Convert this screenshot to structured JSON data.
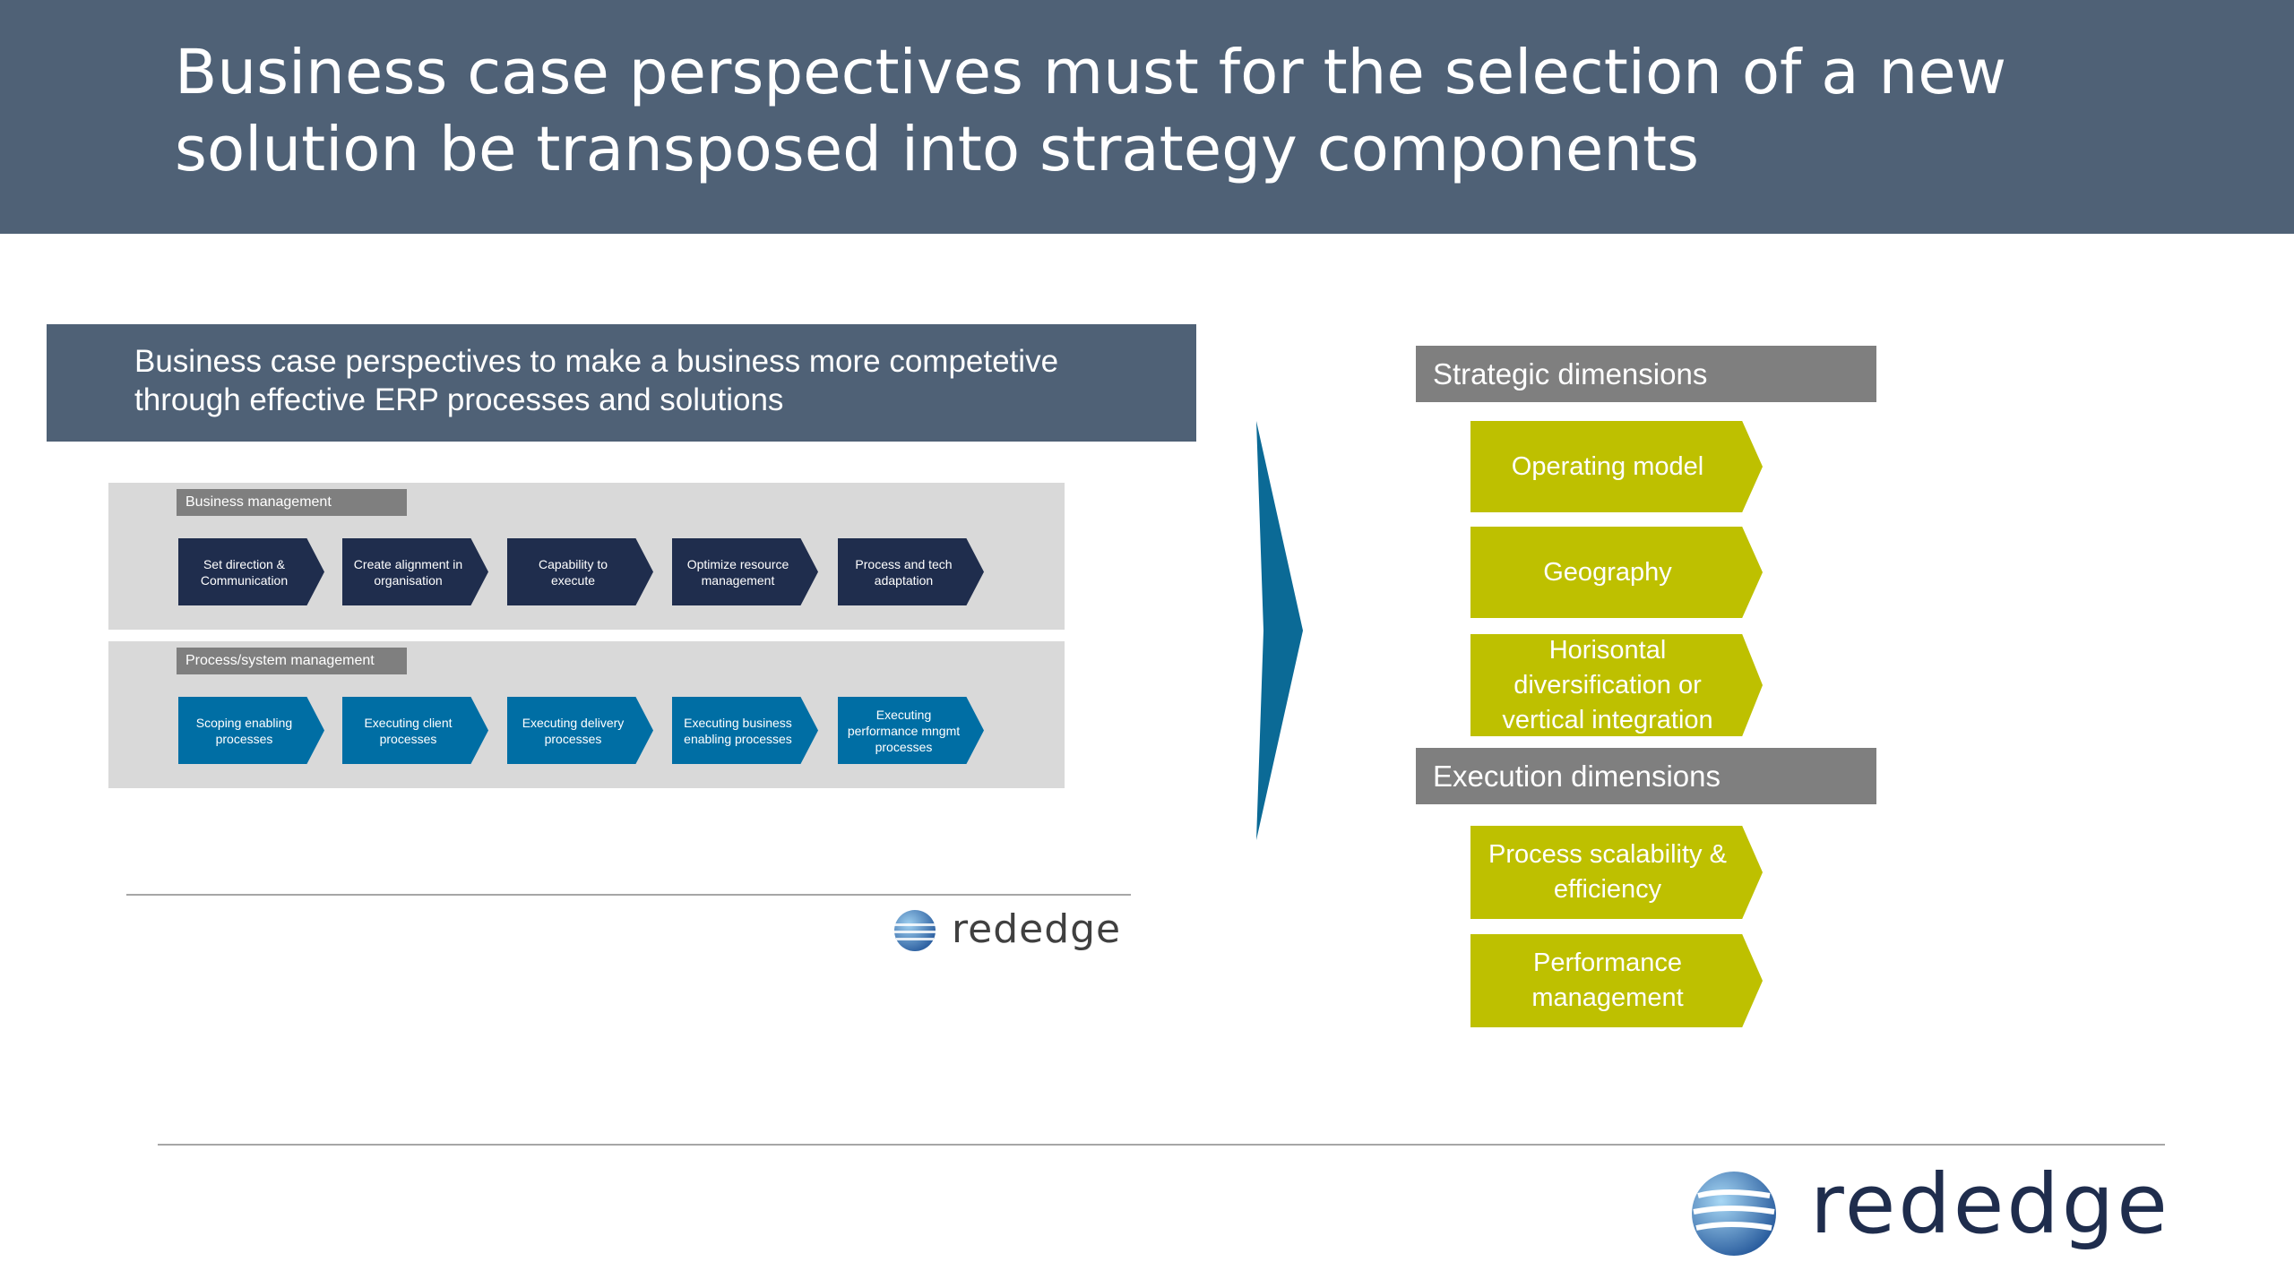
{
  "title": "Business case perspectives must for the selection of a new solution be transposed into strategy components",
  "left_banner": "Business case perspectives to make a business more competetive through effective ERP processes and solutions",
  "business_management": {
    "label": "Business management",
    "items": [
      "Set direction & Communication",
      "Create alignment in organisation",
      "Capability to execute",
      "Optimize resource management",
      "Process and tech adaptation"
    ]
  },
  "process_management": {
    "label": "Process/system management",
    "items": [
      "Scoping enabling processes",
      "Executing client processes",
      "Executing delivery processes",
      "Executing business enabling processes",
      "Executing performance mngmt processes"
    ]
  },
  "logo_text": "rededge",
  "strategic": {
    "header": "Strategic dimensions",
    "items": [
      "Operating model",
      "Geography",
      "Horisontal diversification or vertical integration"
    ]
  },
  "execution": {
    "header": "Execution dimensions",
    "items": [
      "Process scalability & efficiency",
      "Performance management"
    ]
  },
  "colors": {
    "header_bg": "#4f6176",
    "dark_chevron": "#1f2d4d",
    "teal_chevron": "#006ea4",
    "green_chevron": "#bec000",
    "arrow": "#0b6a96"
  }
}
